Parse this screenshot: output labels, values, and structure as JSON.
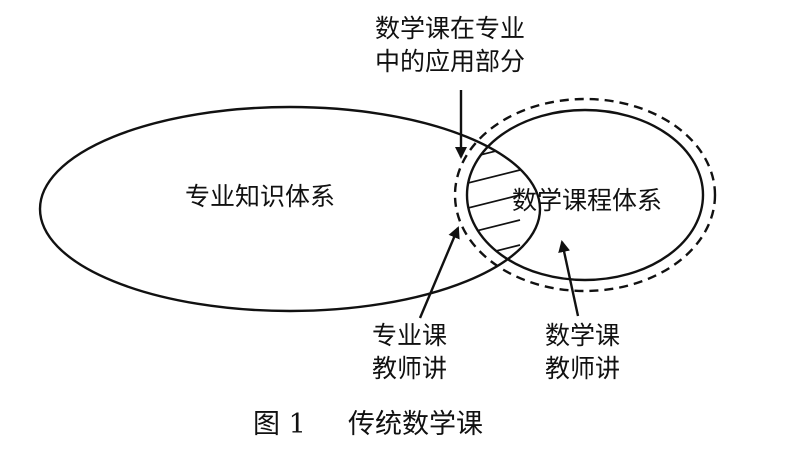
{
  "labels": {
    "top_line1": "数学课在专业",
    "top_line2": "中的应用部分",
    "left_region": "专业知识体系",
    "right_region": "数学课程体系",
    "bottom_left_line1": "专业课",
    "bottom_left_line2": "教师讲",
    "bottom_right_line1": "数学课",
    "bottom_right_line2": "教师讲"
  },
  "caption": {
    "number": "图 1",
    "title": "传统数学课"
  }
}
